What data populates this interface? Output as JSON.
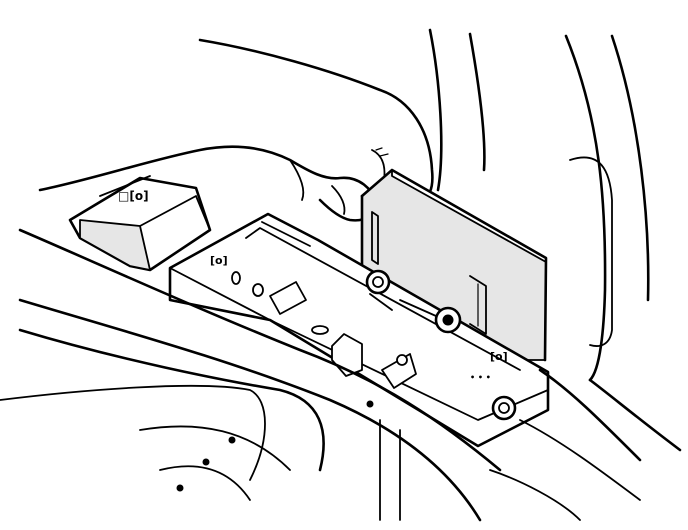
{
  "figure": {
    "labels": {
      "left_module_mark": "□[o]",
      "left_rail_mark": "[o]",
      "lower_right_mark": "[o]",
      "dots_mark": "• • •"
    },
    "colors": {
      "line": "#000000",
      "background": "#ffffff",
      "shading": "#e6e6e6"
    }
  }
}
